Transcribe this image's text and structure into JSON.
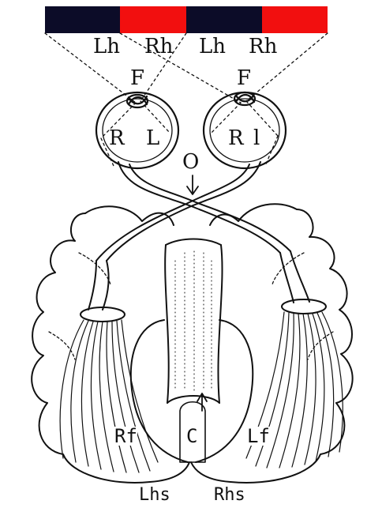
{
  "colors": {
    "dark_segment": "#0c0c28",
    "red_segment": "#f20f0f",
    "ink": "#111111"
  },
  "bar": {
    "segments": [
      "dark",
      "red",
      "dark",
      "red"
    ]
  },
  "labels": {
    "left_eye_field_lh": "Lh",
    "left_eye_field_rh": "Rh",
    "right_eye_field_lh": "Lh",
    "right_eye_field_rh": "Rh",
    "left_eye_fovea": "F",
    "right_eye_fovea": "F",
    "left_eye_r": "R",
    "left_eye_l": "L",
    "right_eye_r": "R",
    "right_eye_l": "l",
    "chiasm": "O",
    "right_field_cortex": "Rf",
    "corpus": "C",
    "left_field_cortex": "Lf",
    "left_hemisphere": "Lhs",
    "right_hemisphere": "Rhs"
  }
}
